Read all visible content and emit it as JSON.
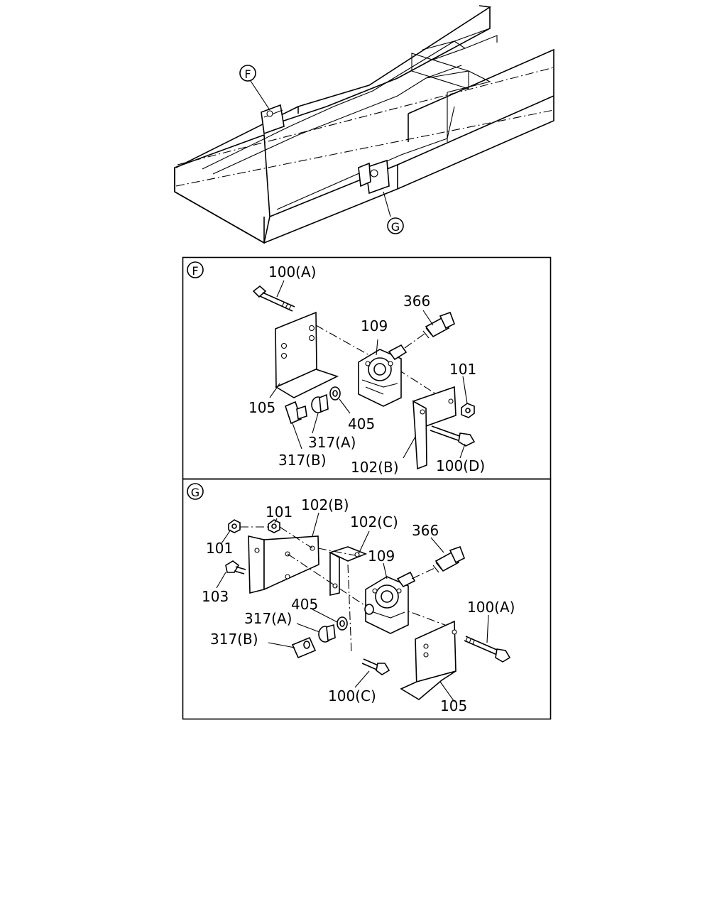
{
  "overview": {
    "callout_f": "F",
    "callout_g": "G"
  },
  "panel_f": {
    "marker": "F",
    "labels": {
      "bolt_top": "100(A)",
      "fitting": "366",
      "valve": "109",
      "nut": "101",
      "bracket_left": "105",
      "washer": "405",
      "fitting_a": "317(A)",
      "fitting_b": "317(B)",
      "bracket_right": "102(B)",
      "bolt_bottom": "100(D)"
    }
  },
  "panel_g": {
    "marker": "G",
    "labels": {
      "nut_top": "101",
      "bracket_b": "102(B)",
      "bracket_c": "102(C)",
      "fitting": "366",
      "nut_left": "101",
      "valve": "109",
      "bolt_left": "103",
      "washer": "405",
      "fitting_a": "317(A)",
      "fitting_b": "317(B)",
      "bolt_right": "100(A)",
      "bolt_bottom": "100(C)",
      "bracket_bottom": "105"
    }
  }
}
